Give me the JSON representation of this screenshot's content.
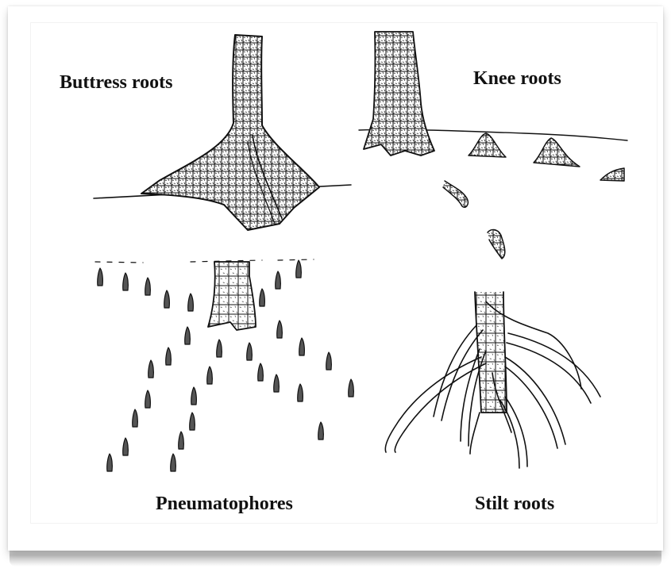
{
  "panels": {
    "buttress": {
      "label": "Buttress roots"
    },
    "knee": {
      "label": "Knee roots"
    },
    "pneumatophores": {
      "label": "Pneumatophores"
    },
    "stilt": {
      "label": "Stilt roots"
    }
  },
  "colors": {
    "ink": "#111111",
    "paper": "#ffffff",
    "shadow": "#c4c4c4"
  }
}
